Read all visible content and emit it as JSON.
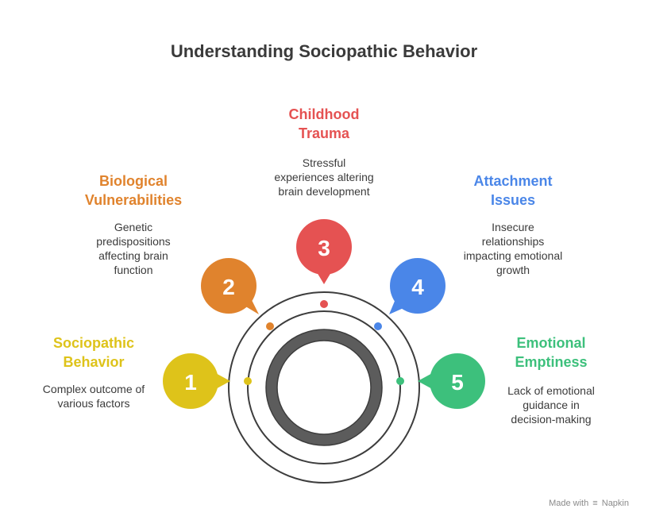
{
  "title": "Understanding Sociopathic Behavior",
  "footer": {
    "made_with": "Made with",
    "brand": "Napkin"
  },
  "steps": [
    {
      "number": "1",
      "title_line1": "Sociopathic",
      "title_line2": "Behavior",
      "desc": [
        "Complex outcome of",
        "various factors"
      ],
      "color": "#DEC31A"
    },
    {
      "number": "2",
      "title_line1": "Biological",
      "title_line2": "Vulnerabilities",
      "desc": [
        "Genetic",
        "predispositions",
        "affecting brain",
        "function"
      ],
      "color": "#E0832D"
    },
    {
      "number": "3",
      "title_line1": "Childhood",
      "title_line2": "Trauma",
      "desc": [
        "Stressful",
        "experiences altering",
        "brain development"
      ],
      "color": "#E55252"
    },
    {
      "number": "4",
      "title_line1": "Attachment",
      "title_line2": "Issues",
      "desc": [
        "Insecure",
        "relationships",
        "impacting emotional",
        "growth"
      ],
      "color": "#4A86E8"
    },
    {
      "number": "5",
      "title_line1": "Emotional",
      "title_line2": "Emptiness",
      "desc": [
        "Lack of emotional",
        "guidance in",
        "decision-making"
      ],
      "color": "#3DC07C"
    }
  ]
}
